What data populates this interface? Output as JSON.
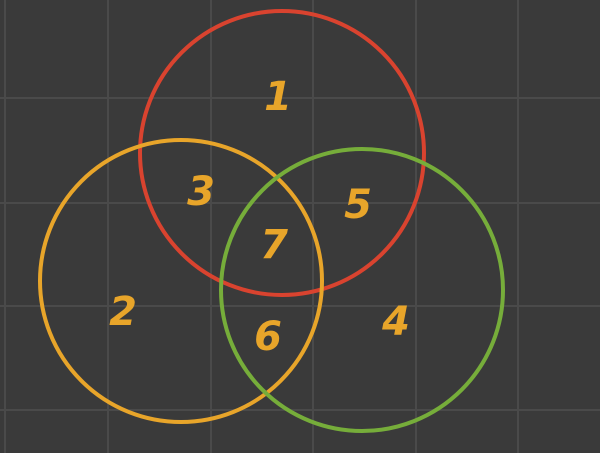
{
  "diagram": {
    "background_color": "#3a3a3a",
    "grid_color": "#4a4a4a",
    "circles": [
      {
        "name": "red",
        "color": "#d9432f"
      },
      {
        "name": "orange",
        "color": "#e8a52a"
      },
      {
        "name": "green",
        "color": "#76ad3a"
      }
    ],
    "regions": [
      {
        "label": "1"
      },
      {
        "label": "2"
      },
      {
        "label": "3"
      },
      {
        "label": "4"
      },
      {
        "label": "5"
      },
      {
        "label": "6"
      },
      {
        "label": "7"
      }
    ],
    "label_color": "#e8a52a"
  }
}
